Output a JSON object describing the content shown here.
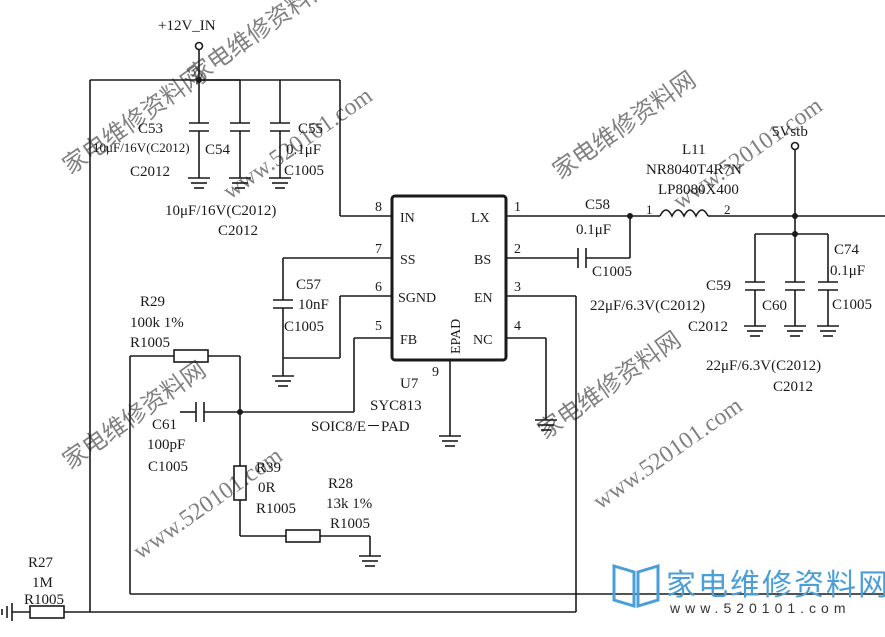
{
  "nets": {
    "vin": "+12V_IN",
    "vout": "5Vstb"
  },
  "ic": {
    "ref": "U7",
    "part": "SYC813",
    "package": "SOIC8/E－PAD",
    "epad": "EPAD",
    "pins": [
      {
        "num": "8",
        "name": "IN"
      },
      {
        "num": "7",
        "name": "SS"
      },
      {
        "num": "6",
        "name": "SGND"
      },
      {
        "num": "5",
        "name": "FB"
      },
      {
        "num": "1",
        "name": "LX"
      },
      {
        "num": "2",
        "name": "BS"
      },
      {
        "num": "3",
        "name": "EN"
      },
      {
        "num": "4",
        "name": "NC"
      },
      {
        "num": "9",
        "name": ""
      }
    ]
  },
  "parts": {
    "c53": {
      "ref": "C53",
      "value": "10μF/16V(C2012)",
      "footprint": "C2012"
    },
    "c54": {
      "ref": "C54",
      "value": "10μF/16V(C2012)",
      "footprint": "C2012"
    },
    "c55": {
      "ref": "C55",
      "value": "0.1μF",
      "footprint": "C1005"
    },
    "c57": {
      "ref": "C57",
      "value": "10nF",
      "footprint": "C1005"
    },
    "c58": {
      "ref": "C58",
      "value": "0.1μF",
      "footprint": "C1005"
    },
    "l11": {
      "ref": "L11",
      "value": "NR8040T4R7N",
      "footprint": "LP8080X400",
      "pin1": "1",
      "pin2": "2"
    },
    "c59": {
      "ref": "C59",
      "value": "22μF/6.3V(C2012)",
      "footprint": "C2012"
    },
    "c60": {
      "ref": "C60",
      "value": "22μF/6.3V(C2012)",
      "footprint": "C2012"
    },
    "c74": {
      "ref": "C74",
      "value": "0.1μF",
      "footprint": "C1005"
    },
    "r29": {
      "ref": "R29",
      "value": "100k 1%",
      "footprint": "R1005"
    },
    "c61": {
      "ref": "C61",
      "value": "100pF",
      "footprint": "C1005"
    },
    "r39": {
      "ref": "R39",
      "value": "0R",
      "footprint": "R1005"
    },
    "r28": {
      "ref": "R28",
      "value": "13k 1%",
      "footprint": "R1005"
    },
    "r27": {
      "ref": "R27",
      "value": "1M",
      "footprint": "R1005"
    }
  },
  "watermark": {
    "text_cn": "家电维修资料网",
    "text_url": "www.520101.com"
  },
  "logo": {
    "name": "家电维修资料网",
    "url": "www.520101.com"
  }
}
